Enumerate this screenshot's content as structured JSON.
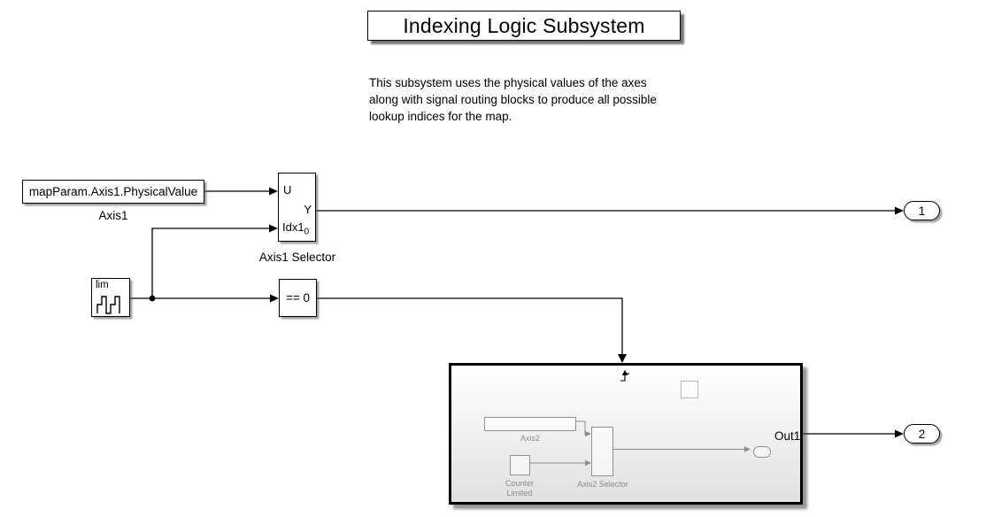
{
  "annotations": {
    "title": "Indexing Logic Subsystem",
    "description": "This subsystem uses the physical values of the axes\nalong with signal routing blocks to produce all possible\nlookup indices for the map."
  },
  "blocks": {
    "axis1_constant": {
      "text": "mapParam.Axis1.PhysicalValue",
      "label": "Axis1"
    },
    "axis1_selector": {
      "label": "Axis1 Selector",
      "ports": {
        "u": "U",
        "y": "Y",
        "idx": "Idx1",
        "idx_sub": "0"
      }
    },
    "counter_limited": {
      "icon_text": "lim"
    },
    "compare_to_zero": {
      "text": "== 0"
    },
    "outport1": {
      "text": "1"
    },
    "outport2": {
      "text": "2"
    }
  },
  "subsystem": {
    "axis2_label": "Axis2",
    "counter_limited_label": "Counter Limited",
    "axis2_selector_label": "Axis2 Selector",
    "out1_label": "Out1"
  },
  "colors": {
    "background": "#ffffff",
    "wire": "#000000",
    "faded_content": "#8c8c8c",
    "subsystem_gradient_bottom": "#e1e1e1"
  }
}
